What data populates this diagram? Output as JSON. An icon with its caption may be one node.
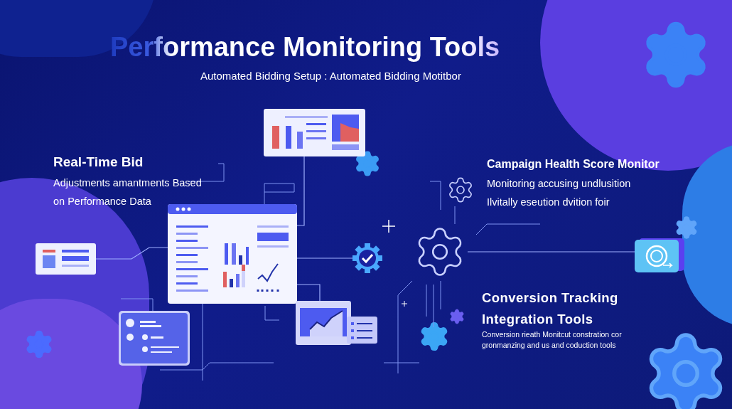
{
  "diagram": {
    "title": "Performance Monitoring Tools",
    "nodes": [
      {
        "text": [],
        "shape": "picture"
      },
      {
        "text": [],
        "shape": "picture"
      },
      {
        "text": [],
        "shape": "picture"
      },
      {
        "text": [],
        "shape": "picture"
      },
      {
        "text": [],
        "shape": "picture"
      },
      {
        "text": [],
        "shape": "picture"
      },
      {
        "text": [],
        "shape": "picture"
      },
      {
        "text": [],
        "shape": "picture"
      }
    ],
    "edges": [
      {
        "from": 2,
        "to": 0,
        "arrow": "none"
      },
      {
        "from": 0,
        "to": 1,
        "arrow": "none"
      },
      {
        "from": 0,
        "to": 7,
        "arrow": "none"
      },
      {
        "from": 5,
        "to": 6,
        "arrow": "none"
      },
      {
        "from": 0,
        "to": 4,
        "arrow": "none"
      }
    ],
    "labels": [
      "Automated Bidding Setup : Automated Bidding Motitbor",
      "Real-Time Bid",
      "Adjustments amantments Based on Performance Data",
      "Campaign Health Score Monitor",
      "Monitoring accusing undlusition Ilvitally eseution dvition foir",
      "Conversion Tracking Integration Tools",
      "Conversion rieath Monitcut constration cor gronmanzing and us and coduction tools"
    ]
  }
}
